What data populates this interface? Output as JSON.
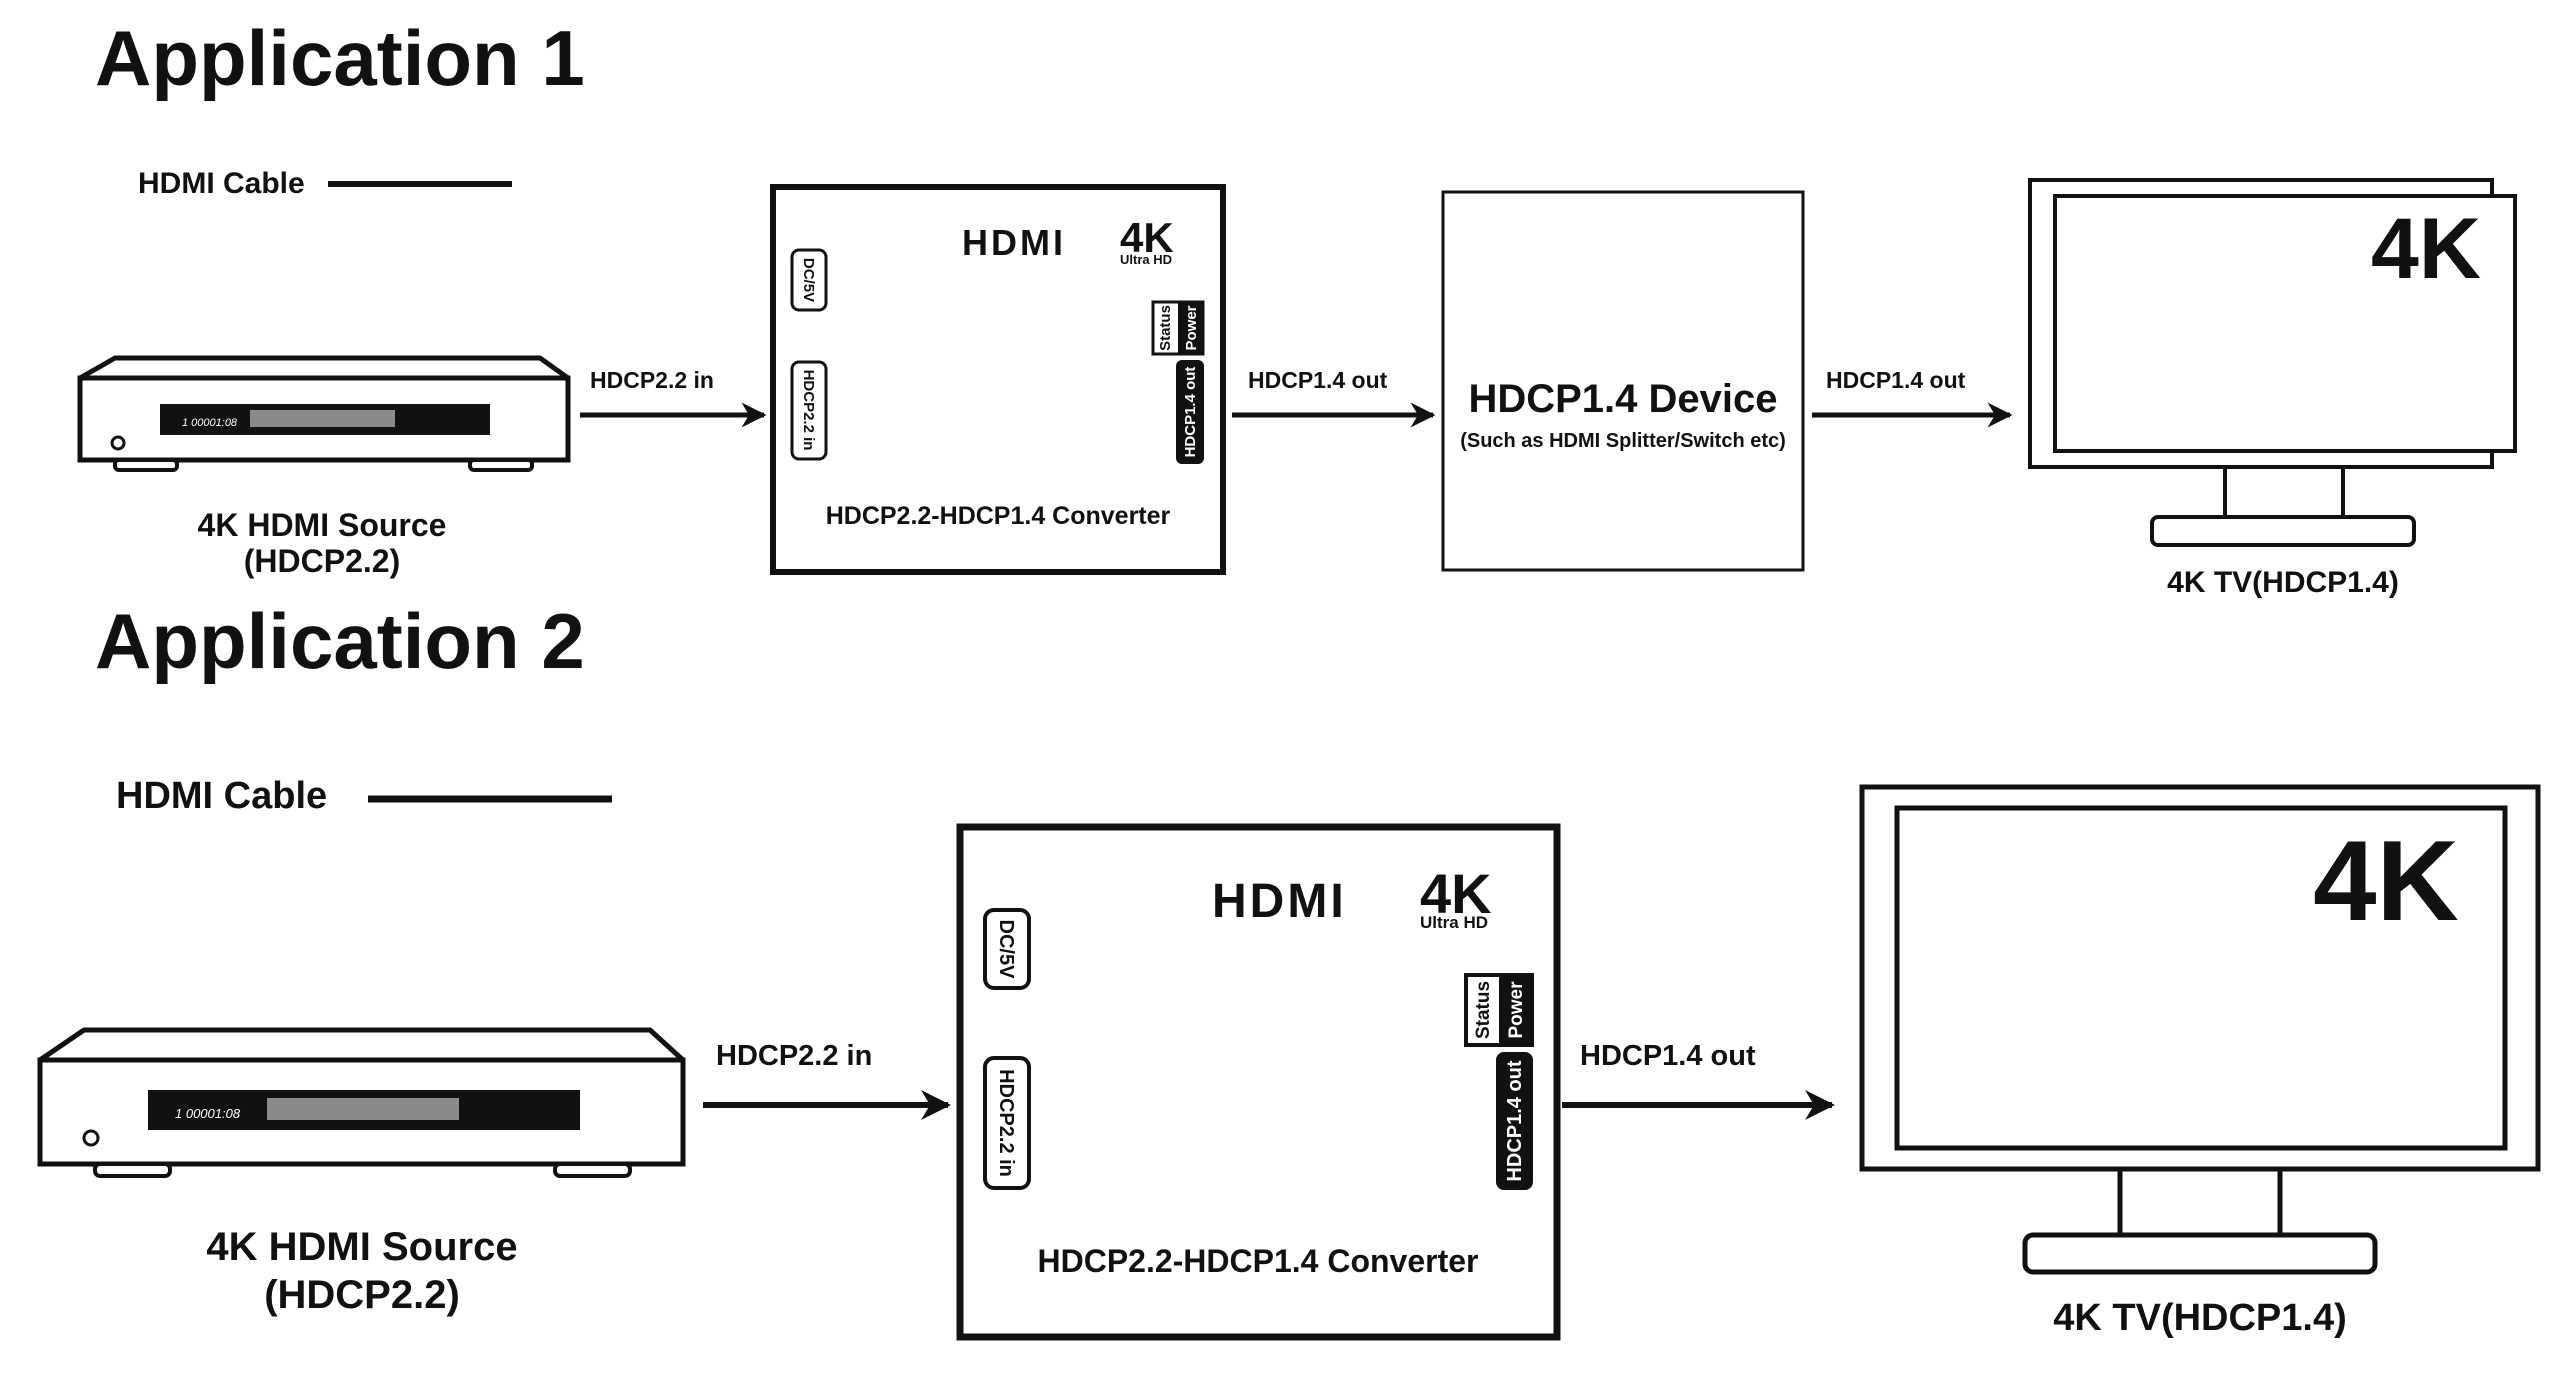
{
  "app1": {
    "title": "Application 1",
    "cable_label": "HDMI Cable",
    "source_label_line1": "4K HDMI Source",
    "source_label_line2": "(HDCP2.2)",
    "source_display": "1  00001:08",
    "arrow_in_label": "HDCP2.2 in",
    "converter": {
      "hdmi_logo": "HDMI",
      "k4_logo": "4K",
      "ultra_hd": "Ultra HD",
      "dc_port": "DC/5V",
      "in_port": "HDCP2.2 in",
      "status_led": "Status",
      "power_led": "Power",
      "out_port": "HDCP1.4 out",
      "name": "HDCP2.2-HDCP1.4 Converter"
    },
    "arrow_out_label": "HDCP1.4 out",
    "device_title": "HDCP1.4 Device",
    "device_subtitle": "(Such as HDMI Splitter/Switch etc)",
    "arrow_out2_label": "HDCP1.4 out",
    "tv_screen_text": "4K",
    "tv_label": "4K TV(HDCP1.4)"
  },
  "app2": {
    "title": "Application 2",
    "cable_label": "HDMI Cable",
    "source_label_line1": "4K HDMI Source",
    "source_label_line2": "(HDCP2.2)",
    "source_display": "1  00001:08",
    "arrow_in_label": "HDCP2.2 in",
    "converter": {
      "hdmi_logo": "HDMI",
      "k4_logo": "4K",
      "ultra_hd": "Ultra HD",
      "dc_port": "DC/5V",
      "in_port": "HDCP2.2 in",
      "status_led": "Status",
      "power_led": "Power",
      "out_port": "HDCP1.4 out",
      "name": "HDCP2.2-HDCP1.4 Converter"
    },
    "arrow_out_label": "HDCP1.4 out",
    "tv_screen_text": "4K",
    "tv_label": "4K TV(HDCP1.4)"
  }
}
